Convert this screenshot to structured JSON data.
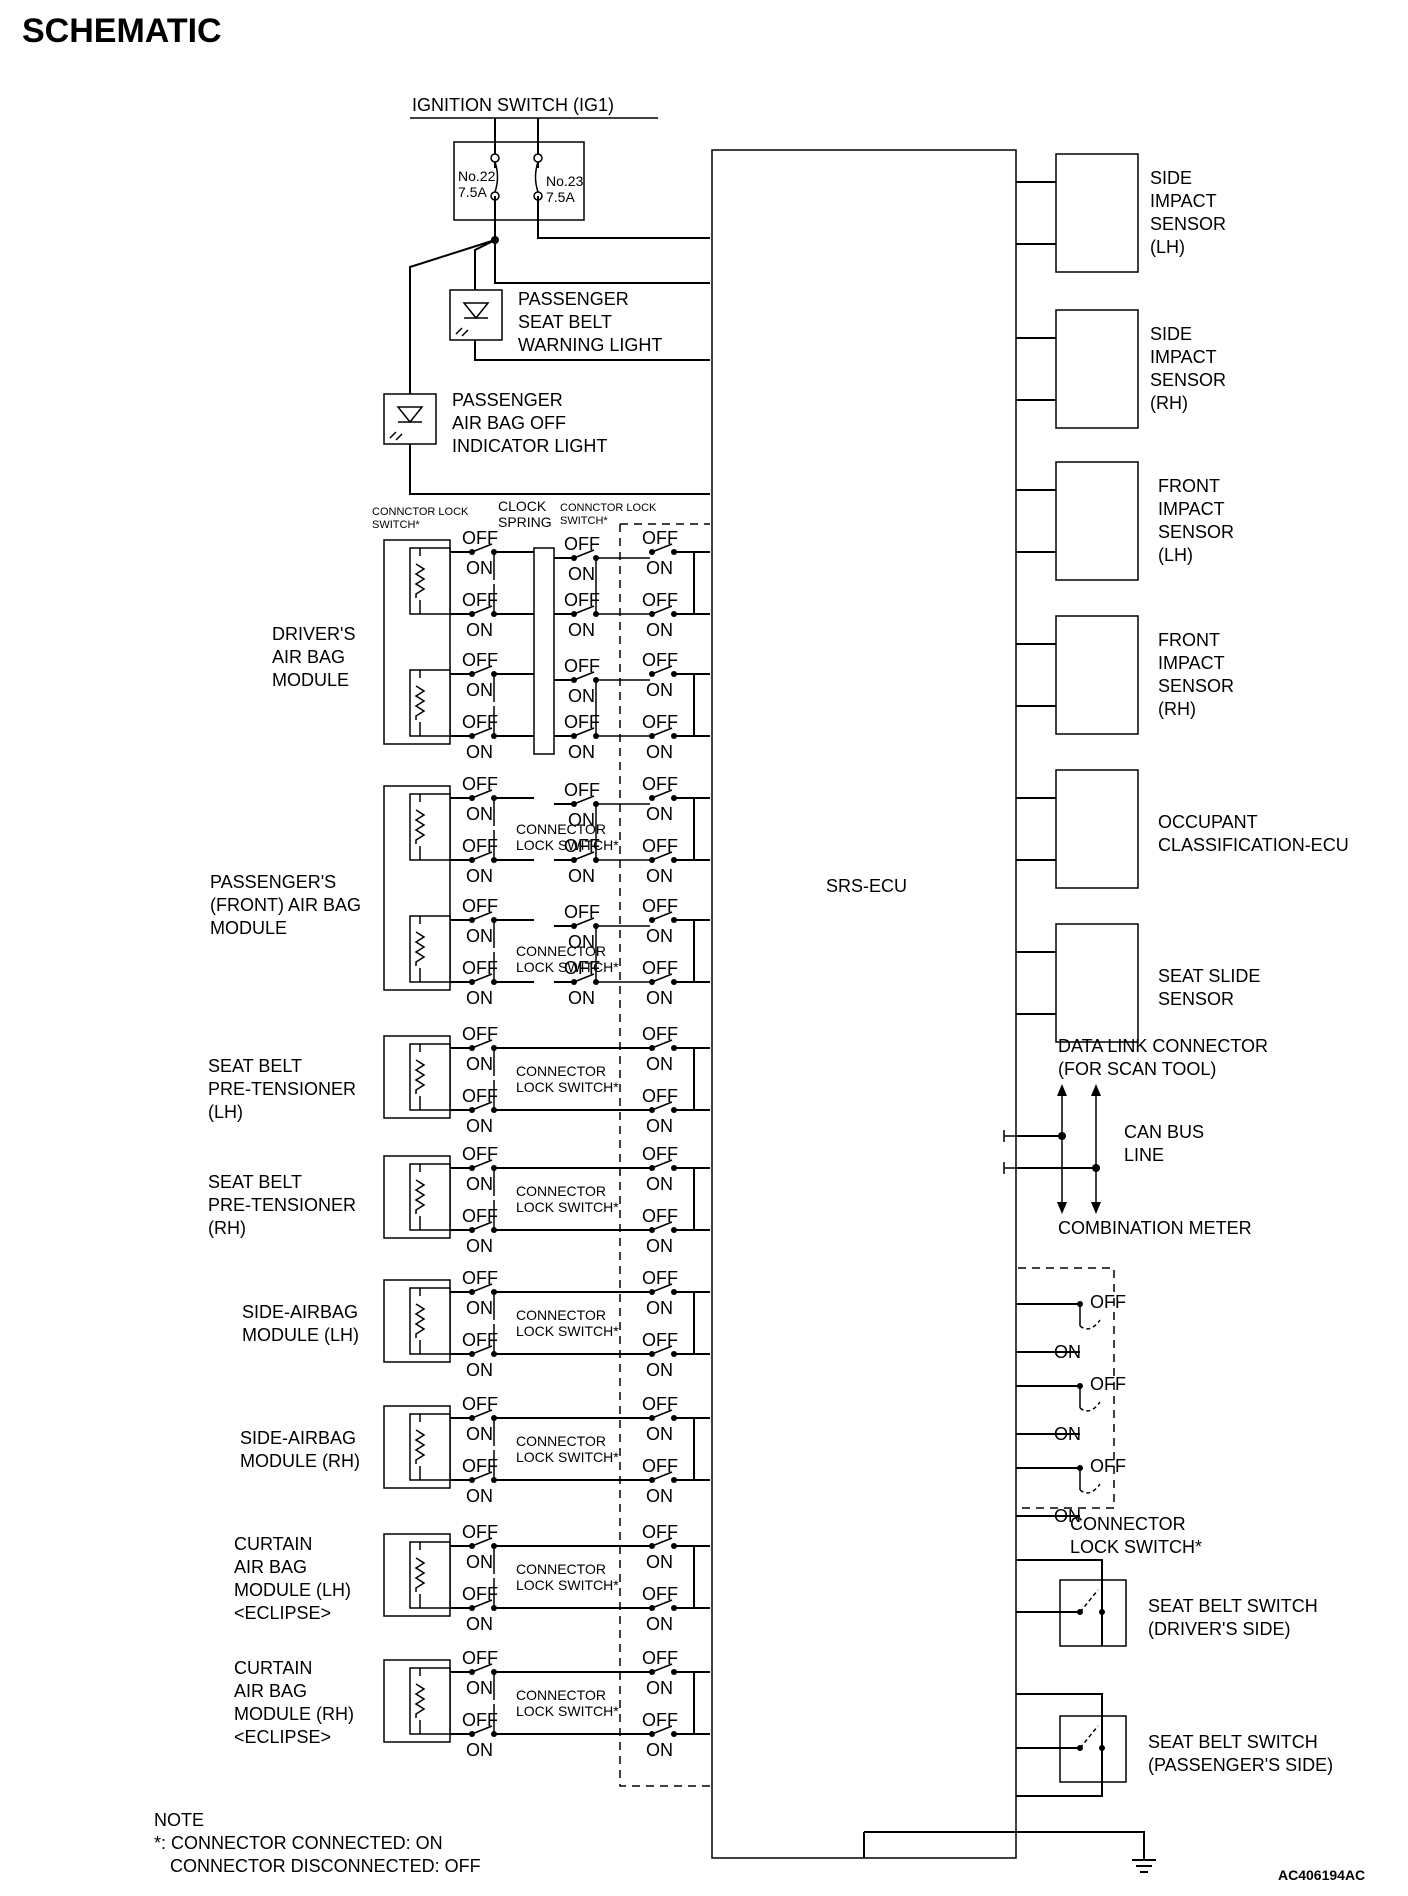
{
  "title": "SCHEMATIC",
  "figure_code": "AC406194AC",
  "ignition": {
    "label": "IGNITION SWITCH (IG1)",
    "fuse_a": [
      "No.22",
      "7.5A"
    ],
    "fuse_b": [
      "No.23",
      "7.5A"
    ]
  },
  "lights": {
    "seatbelt": [
      "PASSENGER",
      "SEAT BELT",
      "WARNING LIGHT"
    ],
    "airbag_off": [
      "PASSENGER",
      "AIR BAG OFF",
      "INDICATOR LIGHT"
    ]
  },
  "ecu_label": "SRS-ECU",
  "header_labels": {
    "lock_left": [
      "CONNCTOR LOCK",
      "SWITCH*"
    ],
    "clock": [
      "CLOCK",
      "SPRING"
    ],
    "lock_right": [
      "CONNCTOR LOCK",
      "SWITCH*"
    ]
  },
  "modules": [
    {
      "lines": [
        "DRIVER'S",
        "AIR BAG",
        "MODULE"
      ]
    },
    {
      "lines": [
        "PASSENGER'S",
        "(FRONT) AIR BAG",
        "MODULE"
      ]
    },
    {
      "lines": [
        "SEAT BELT",
        "PRE-TENSIONER",
        "(LH)"
      ]
    },
    {
      "lines": [
        "SEAT BELT",
        "PRE-TENSIONER",
        "(RH)"
      ]
    },
    {
      "lines": [
        "SIDE-AIRBAG",
        "MODULE (LH)"
      ]
    },
    {
      "lines": [
        "SIDE-AIRBAG",
        "MODULE (RH)"
      ]
    },
    {
      "lines": [
        "CURTAIN",
        "AIR BAG",
        "MODULE (LH)",
        "<ECLIPSE>"
      ]
    },
    {
      "lines": [
        "CURTAIN",
        "AIR BAG",
        "MODULE (RH)",
        "<ECLIPSE>"
      ]
    }
  ],
  "switch_text": {
    "off": "OFF",
    "on": "ON",
    "connector_lock": [
      "CONNECTOR",
      "LOCK SWITCH*"
    ]
  },
  "sensors": [
    {
      "lines": [
        "SIDE",
        "IMPACT",
        "SENSOR",
        "(LH)"
      ]
    },
    {
      "lines": [
        "SIDE",
        "IMPACT",
        "SENSOR",
        "(RH)"
      ]
    },
    {
      "lines": [
        "FRONT",
        "IMPACT",
        "SENSOR",
        "(LH)"
      ]
    },
    {
      "lines": [
        "FRONT",
        "IMPACT",
        "SENSOR",
        "(RH)"
      ]
    },
    {
      "lines": [
        "OCCUPANT",
        "CLASSIFICATION-ECU"
      ]
    },
    {
      "lines": [
        "SEAT SLIDE",
        "SENSOR"
      ]
    }
  ],
  "data_link": [
    "DATA LINK CONNECTOR",
    "(FOR SCAN TOOL)"
  ],
  "can_bus": [
    "CAN BUS",
    "LINE"
  ],
  "combination_meter": "COMBINATION METER",
  "connector_lock_switch": [
    "CONNECTOR",
    "LOCK SWITCH*"
  ],
  "seat_belt_switches": [
    [
      "SEAT BELT SWITCH",
      "(DRIVER'S SIDE)"
    ],
    [
      "SEAT BELT SWITCH",
      "(PASSENGER'S SIDE)"
    ]
  ],
  "note": [
    "NOTE",
    "*: CONNECTOR CONNECTED: ON",
    "CONNECTOR DISCONNECTED: OFF"
  ]
}
